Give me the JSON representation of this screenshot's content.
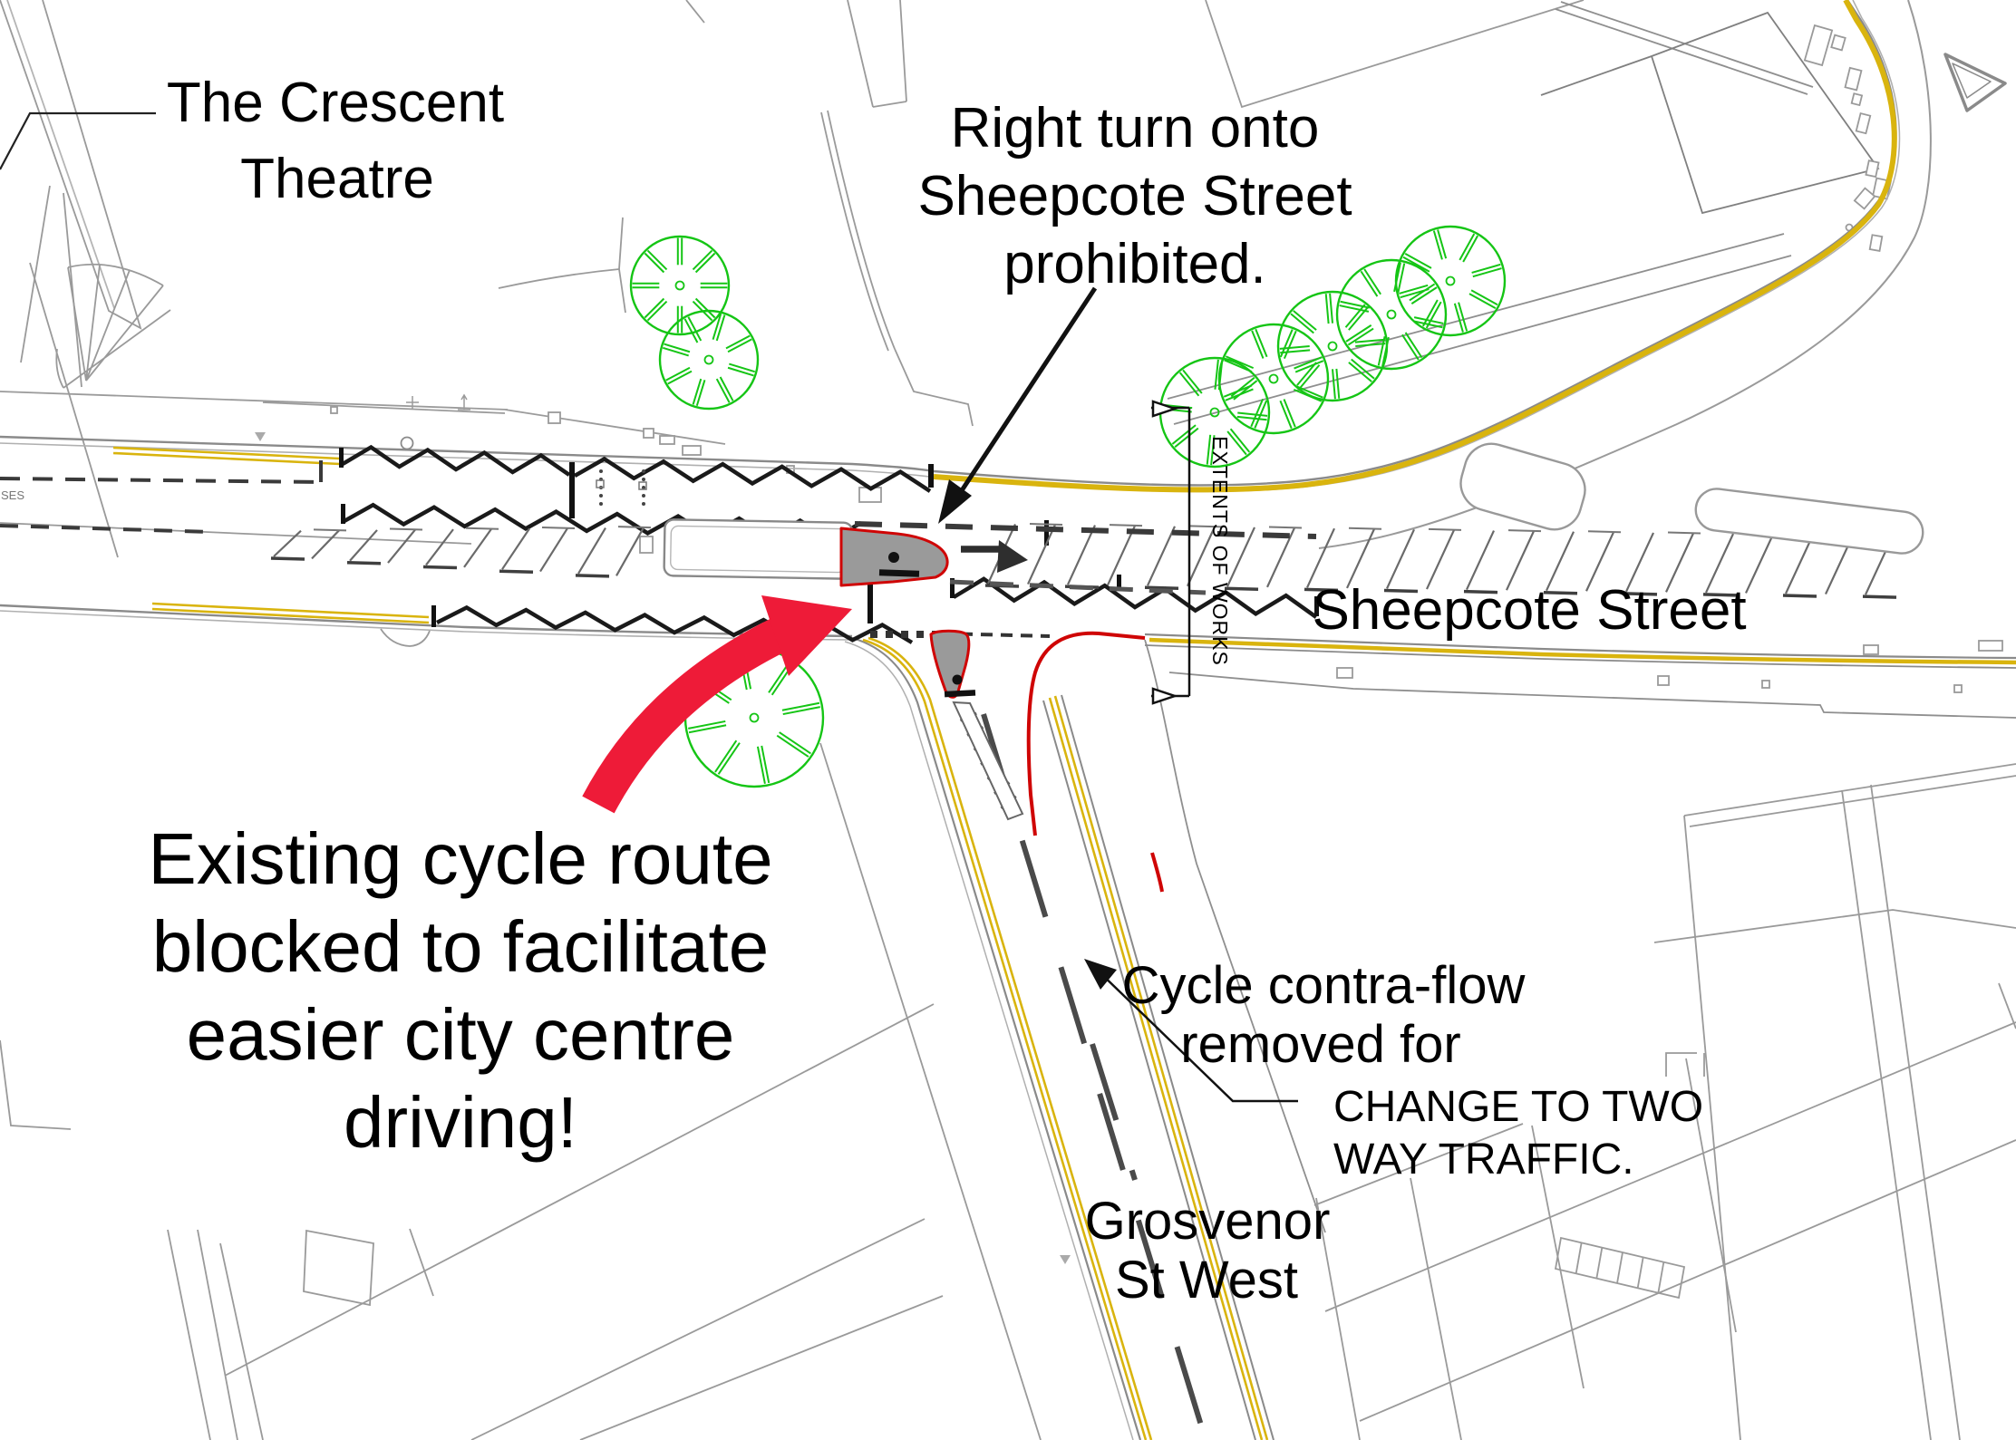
{
  "map": {
    "labels": {
      "theatre_1": "The Crescent",
      "theatre_2": "Theatre",
      "right_turn_1": "Right turn onto",
      "right_turn_2": "Sheepcote Street",
      "right_turn_3": "prohibited.",
      "sheepcote": "Sheepcote Street",
      "extents": "EXTENTS OF WORKS",
      "blocked_1": "Existing cycle route",
      "blocked_2": "blocked to facilitate",
      "blocked_3": "easier city centre",
      "blocked_4": "driving!",
      "contraflow_1": "Cycle contra-flow",
      "contraflow_2": "removed for",
      "change_1": "CHANGE TO TWO",
      "change_2": "WAY TRAFFIC.",
      "grosvenor_1": "Grosvenor",
      "grosvenor_2": "St West",
      "edge_fragment": "SES"
    },
    "colors": {
      "double_yellow": "#d9b40e",
      "tree_green": "#15c515",
      "highlight_arrow_red": "#ee1b38",
      "kerb_highlight_red": "#cf0505",
      "island_grey": "#9a9a9a",
      "map_line_grey": "#8a8a8a",
      "marking_dark": "#1a1a1a"
    },
    "icons": {
      "trees": "tree-icon",
      "cyclist_islands": "cyclist-symbol",
      "leader_arrows": "leader-arrow-icon",
      "highlight_arrow": "red-curved-arrow-icon",
      "survey_markers": "survey-triangle-icon"
    }
  }
}
